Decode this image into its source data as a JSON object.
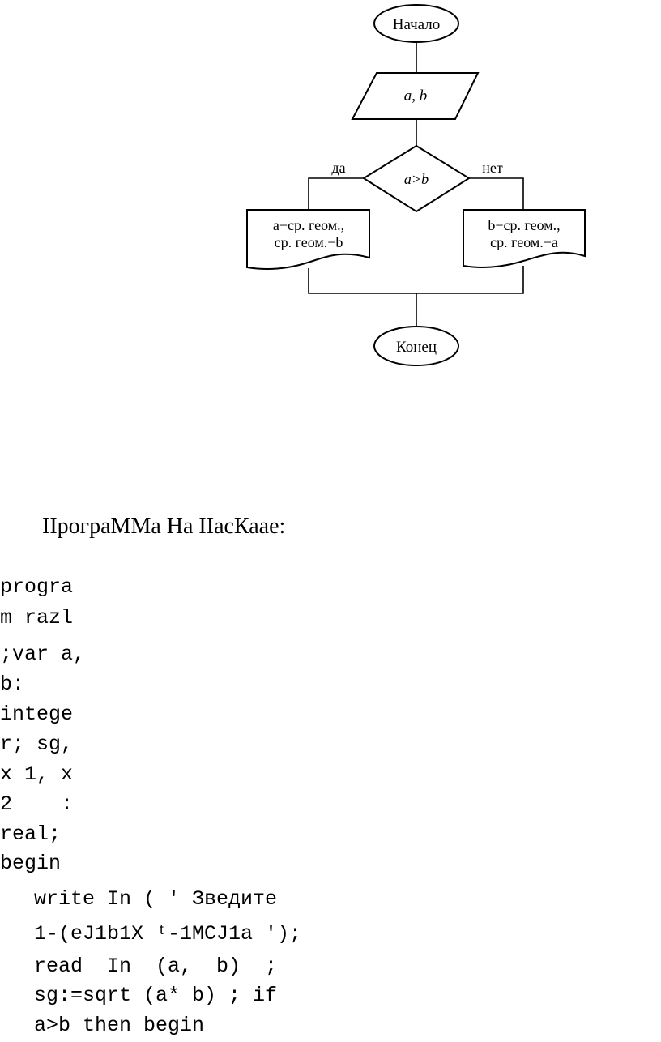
{
  "flowchart": {
    "start_label": "Начало",
    "input_label": "a, b",
    "condition_label": "a>b",
    "yes_label": "да",
    "no_label": "нет",
    "left_output_line1": "a−ср. геом.,",
    "left_output_line2": "ср. геом.−b",
    "right_output_line1": "b−ср. геом.,",
    "right_output_line2": "ср. геом.−a",
    "end_label": "Конец"
  },
  "heading": "IIрограММа На IIасКаае:",
  "code_lines": [
    "progra",
    "m razl",
    ";var a,",
    "b:",
    "intege",
    "r; sg,",
    "x 1, x",
    "2    :",
    "real;",
    "begin",
    "  write In ( ' Зведите",
    "  1-(eJ1b1X ᵗ-1MCJ1a ');",
    "  read  In  (a,  b)  ;",
    "  sg:=sqrt (a* b) ; if",
    "  a>b then begin"
  ]
}
